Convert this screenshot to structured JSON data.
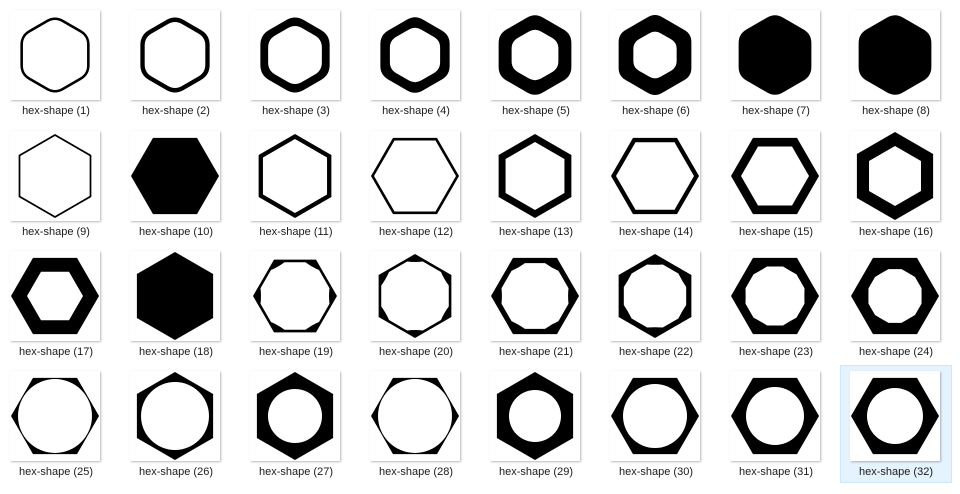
{
  "files": [
    {
      "name": "hex-shape (1)",
      "icon": "rounded-hexagon-thin-outline-icon"
    },
    {
      "name": "hex-shape (2)",
      "icon": "rounded-hexagon-medium-outline-icon"
    },
    {
      "name": "hex-shape (3)",
      "icon": "rounded-hexagon-thick-outline-icon"
    },
    {
      "name": "hex-shape (4)",
      "icon": "rounded-hexagon-thick-outline-icon"
    },
    {
      "name": "hex-shape (5)",
      "icon": "rounded-hexagon-heavy-outline-icon"
    },
    {
      "name": "hex-shape (6)",
      "icon": "rounded-hexagon-heavy-outline-icon"
    },
    {
      "name": "hex-shape (7)",
      "icon": "rounded-hexagon-solid-icon"
    },
    {
      "name": "hex-shape (8)",
      "icon": "rounded-hexagon-solid-icon"
    },
    {
      "name": "hex-shape (9)",
      "icon": "hexagon-thin-outline-icon"
    },
    {
      "name": "hex-shape (10)",
      "icon": "hexagon-solid-icon"
    },
    {
      "name": "hex-shape (11)",
      "icon": "hexagon-medium-outline-icon"
    },
    {
      "name": "hex-shape (12)",
      "icon": "hexagon-outline-icon"
    },
    {
      "name": "hex-shape (13)",
      "icon": "hexagon-thick-outline-icon"
    },
    {
      "name": "hex-shape (14)",
      "icon": "hexagon-medium-outline-icon"
    },
    {
      "name": "hex-shape (15)",
      "icon": "hexagon-thick-outline-icon"
    },
    {
      "name": "hex-shape (16)",
      "icon": "hexagon-heavy-outline-icon"
    },
    {
      "name": "hex-shape (17)",
      "icon": "hexagon-heavy-outline-icon"
    },
    {
      "name": "hex-shape (18)",
      "icon": "hexagon-solid-icon"
    },
    {
      "name": "hex-shape (19)",
      "icon": "hexagon-concave-corners-thin-icon"
    },
    {
      "name": "hex-shape (20)",
      "icon": "hexagon-concave-corners-thin-icon"
    },
    {
      "name": "hex-shape (21)",
      "icon": "hexagon-concave-corners-medium-icon"
    },
    {
      "name": "hex-shape (22)",
      "icon": "hexagon-concave-corners-medium-icon"
    },
    {
      "name": "hex-shape (23)",
      "icon": "hexagon-concave-corners-thick-icon"
    },
    {
      "name": "hex-shape (24)",
      "icon": "hexagon-concave-corners-heavy-icon"
    },
    {
      "name": "hex-shape (25)",
      "icon": "hexagon-circle-cutout-thin-icon"
    },
    {
      "name": "hex-shape (26)",
      "icon": "hexagon-circle-cutout-thin-icon"
    },
    {
      "name": "hex-shape (27)",
      "icon": "hexagon-circle-cutout-thick-icon"
    },
    {
      "name": "hex-shape (28)",
      "icon": "hexagon-circle-cutout-thin-icon"
    },
    {
      "name": "hex-shape (29)",
      "icon": "hexagon-circle-cutout-heavy-icon"
    },
    {
      "name": "hex-shape (30)",
      "icon": "hexagon-circle-cutout-thin-icon"
    },
    {
      "name": "hex-shape (31)",
      "icon": "hexagon-circle-cutout-medium-icon"
    },
    {
      "name": "hex-shape (32)",
      "icon": "hexagon-circle-cutout-medium-icon"
    }
  ],
  "selected_index": 31,
  "colors": {
    "shape": "#000000",
    "selection_bg": "#e5f3ff",
    "selection_border": "#cce8ff"
  }
}
